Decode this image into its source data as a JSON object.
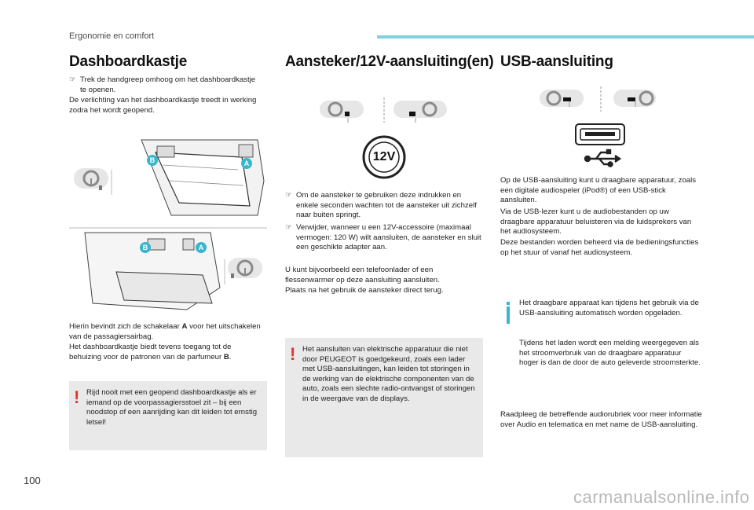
{
  "header": {
    "section": "Ergonomie en comfort",
    "accent_color": "#7fd3df"
  },
  "col1": {
    "title": "Dashboardkastje",
    "bullet1": "Trek de handgreep omhoog om het dashboardkastje te openen.",
    "para1": "De verlichting van het dashboardkastje treedt in werking zodra het wordt geopend.",
    "badges": {
      "a": "A",
      "b": "B"
    },
    "para2_pre": "Hierin bevindt zich de schakelaar",
    "para2_bold": "A",
    "para2_post": "voor het uitschakelen van de passagiersairbag.",
    "para3_pre": "Het dashboardkastje biedt tevens toegang tot de behuizing voor de patronen van de parfumeur",
    "para3_bold": "B",
    "para3_post": ".",
    "warning": "Rijd nooit met een geopend dashboardkastje als er iemand op de voorpassagiersstoel zit – bij een noodstop of een aanrijding kan dit leiden tot ernstig letsel!"
  },
  "col2": {
    "title": "Aansteker/12V-aansluiting(en)",
    "socket_label": "12V",
    "bullet1": "Om de aansteker te gebruiken deze indrukken en enkele seconden wachten tot de aansteker uit zichzelf naar buiten springt.",
    "bullet2": "Verwijder, wanneer u een 12V-accessoire (maximaal vermogen: 120 W) wilt aansluiten, de aansteker en sluit een geschikte adapter aan.",
    "para1": "U kunt bijvoorbeeld een telefoonlader of een flessenwarmer op deze aansluiting aansluiten.",
    "para2": "Plaats na het gebruik de aansteker direct terug.",
    "warning": "Het aansluiten van elektrische apparatuur die niet door PEUGEOT is goedgekeurd, zoals een lader met USB-aansluitingen, kan leiden tot storingen in de werking van de elektrische componenten van de auto, zoals een slechte radio-ontvangst of storingen in de weergave van de displays."
  },
  "col3": {
    "title": "USB-aansluiting",
    "para1": "Op de USB-aansluiting kunt u draagbare apparatuur, zoals een digitale audiospeler (iPod®) of een USB-stick aansluiten.",
    "para2": "Via de USB-lezer kunt u de audiobestanden op uw draagbare apparatuur beluisteren via de luidsprekers van het audiosysteem.",
    "para3": "Deze bestanden worden beheerd via de bedieningsfuncties op het stuur of vanaf het audiosysteem.",
    "info1": "Het draagbare apparaat kan tijdens het gebruik via de USB-aansluiting automatisch worden opgeladen.",
    "info2": "Tijdens het laden wordt een melding weergegeven als het stroomverbruik van de draagbare apparatuur hoger is dan de door de auto geleverde stroomsterkte.",
    "para4": "Raadpleeg de betreffende audiorubriek voor meer informatie over Audio en telematica en met name de USB-aansluiting."
  },
  "footer": {
    "page_number": "100",
    "watermark": "carmanualsonline.info"
  }
}
